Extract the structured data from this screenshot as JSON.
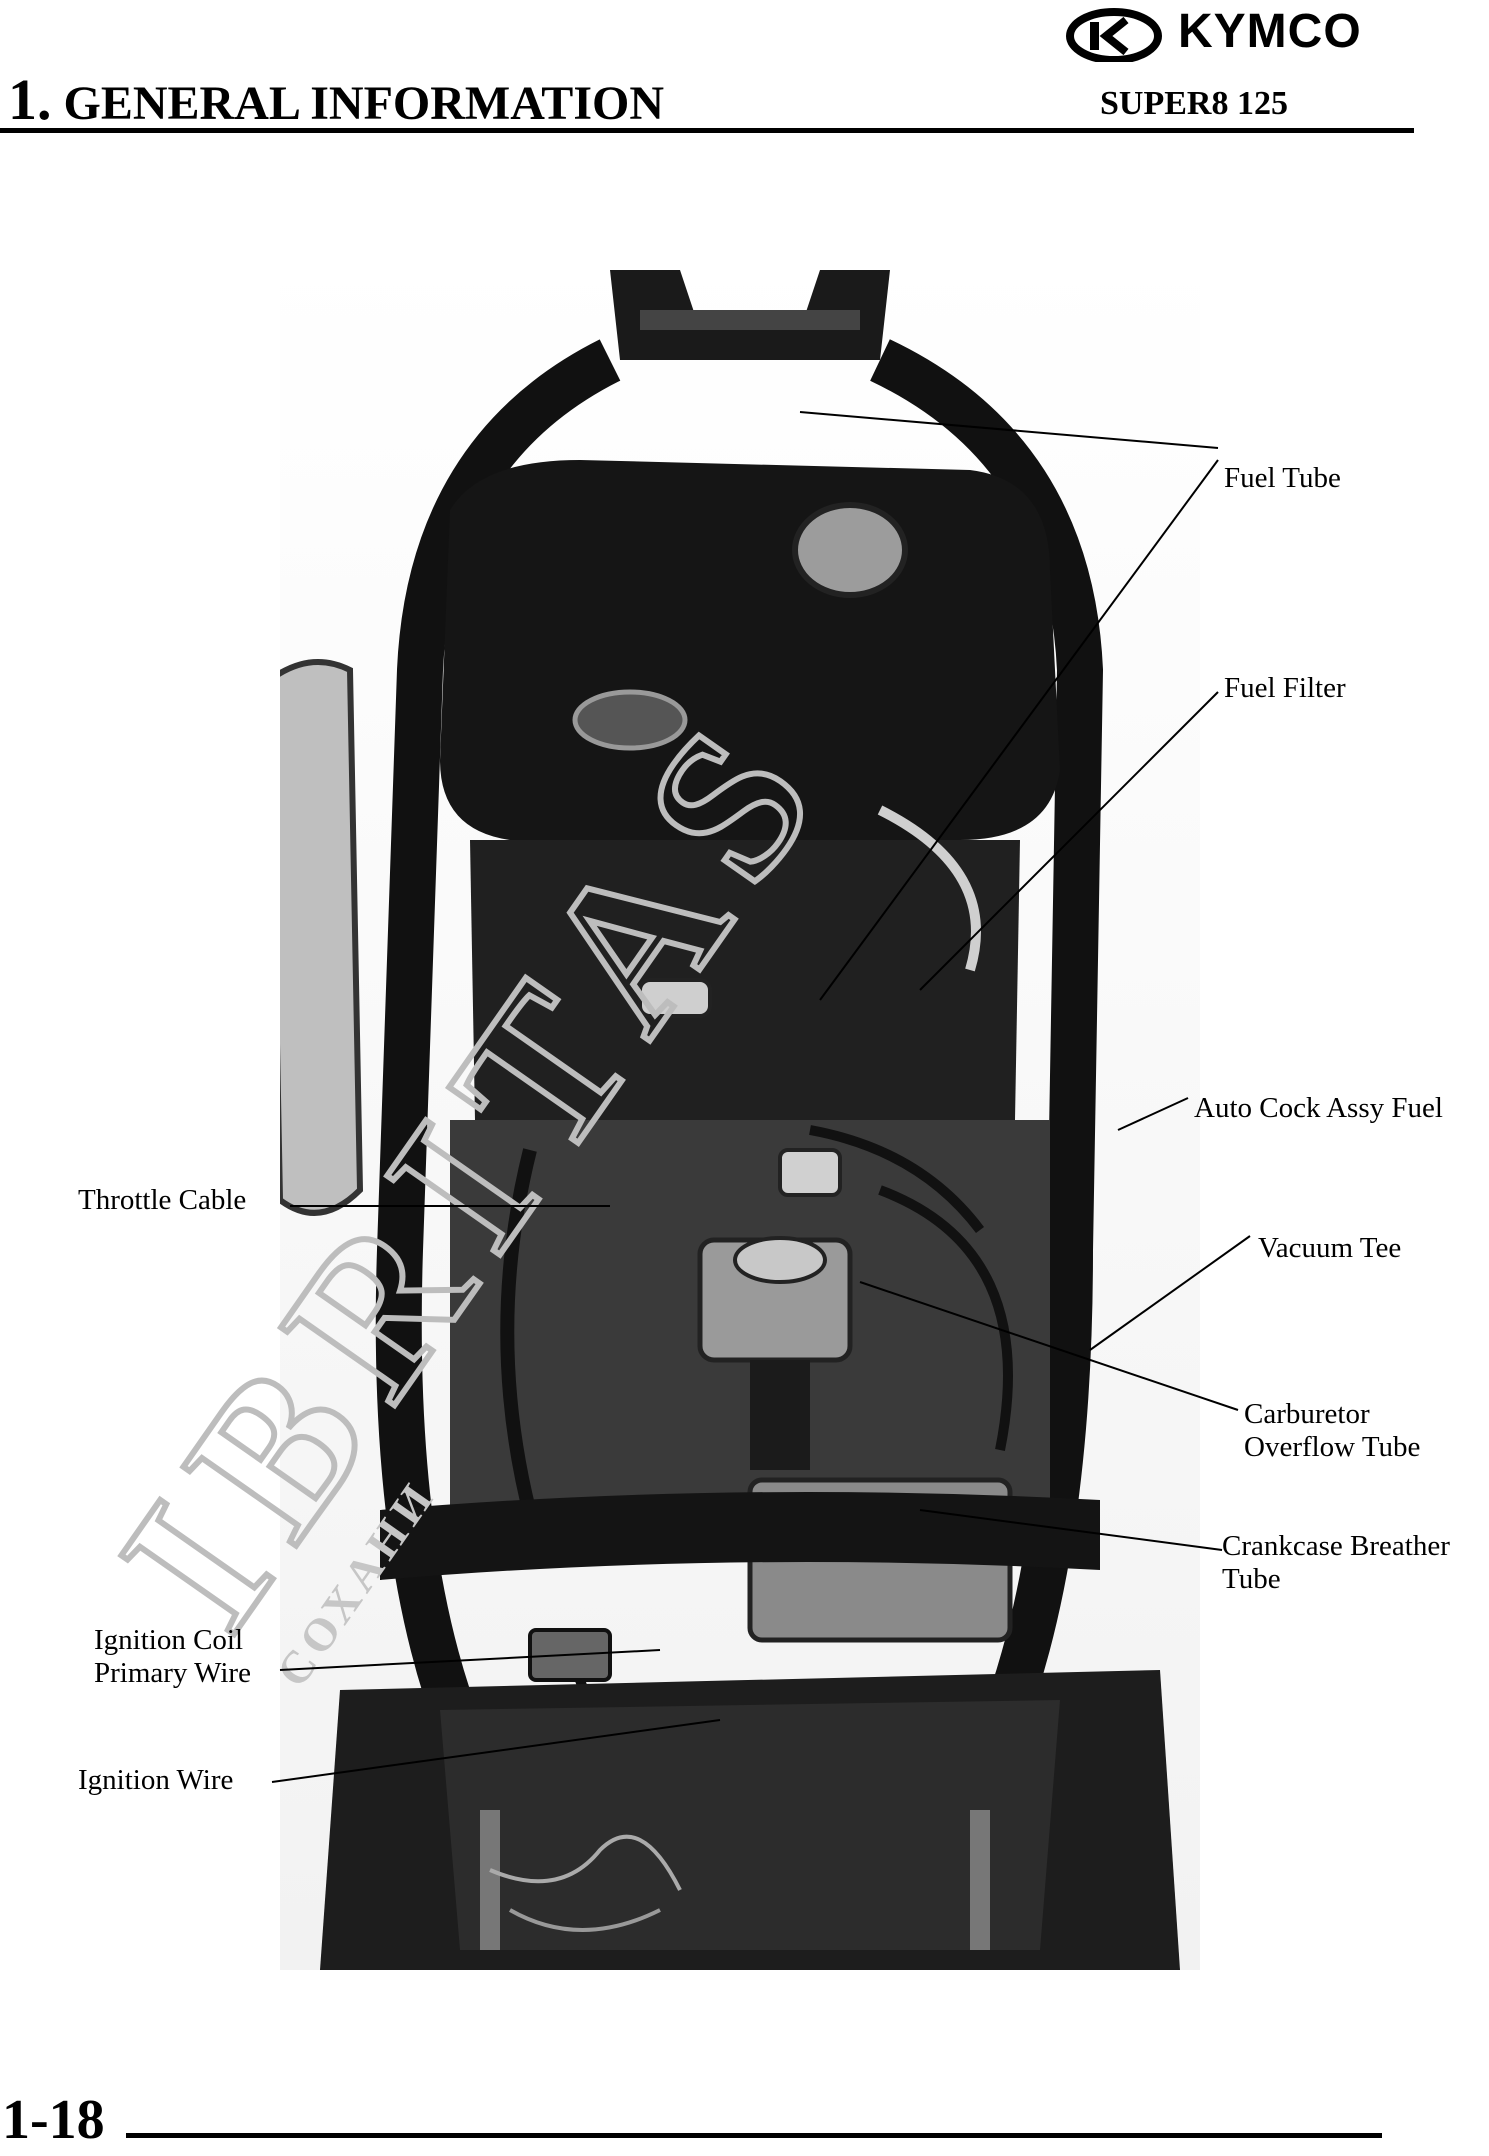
{
  "header": {
    "brand": "KYMCO",
    "section_number": "1.",
    "section_title": "GENERAL INFORMATION",
    "model": "SUPER8 125"
  },
  "figure": {
    "labels": {
      "fuel_tube": "Fuel Tube",
      "fuel_filter": "Fuel Filter",
      "auto_cock": "Auto Cock Assy Fuel",
      "throttle_cable": "Throttle Cable",
      "vacuum_tee": "Vacuum Tee",
      "carburetor_line1": "Carburetor",
      "carburetor_line2": "Overflow Tube",
      "crankcase_line1": "Crankcase Breather",
      "crankcase_line2": "Tube",
      "ignition_coil_line1": "Ignition Coil",
      "ignition_coil_line2": "Primary Wire",
      "ignition_wire": "Ignition Wire"
    }
  },
  "watermark": {
    "text": "IBRITAS",
    "subtext": "СОХАНИ",
    "color": "#bdbdbd"
  },
  "footer": {
    "page_number": "1-18"
  }
}
